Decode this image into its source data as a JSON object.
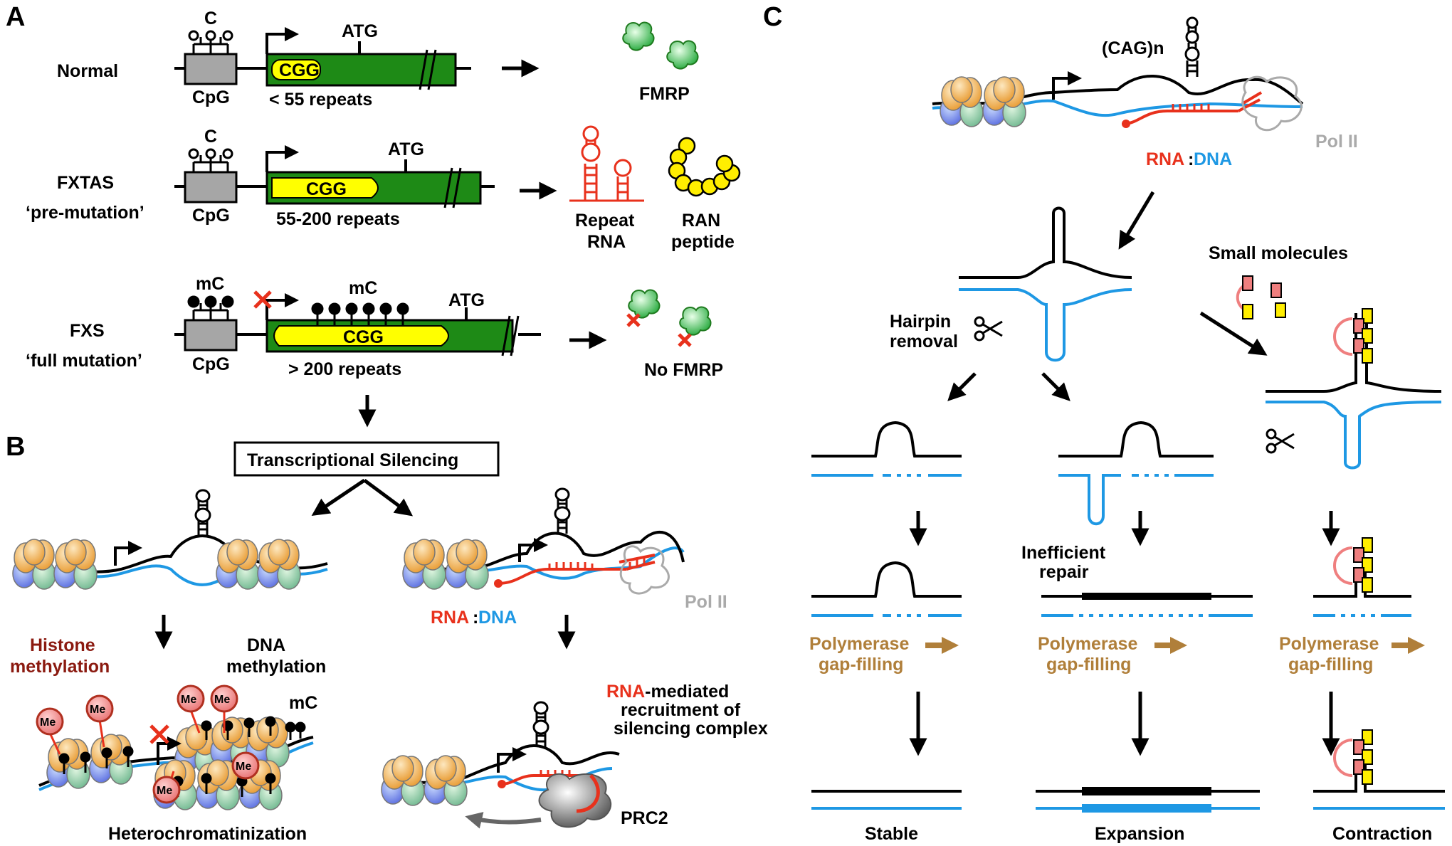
{
  "panels": {
    "a": "A",
    "b": "B",
    "c": "C"
  },
  "panel_a": {
    "rows": [
      {
        "name": "Normal",
        "name2": "",
        "c_label": "C",
        "cpg": "CpG",
        "repeat": "CGG",
        "atg": "ATG",
        "count": "< 55 repeats",
        "product": "FMRP"
      },
      {
        "name": "FXTAS",
        "name2": "‘pre-mutation’",
        "c_label": "C",
        "cpg": "CpG",
        "repeat": "CGG",
        "atg": "ATG",
        "count": "55-200 repeats",
        "product1": "Repeat",
        "product1b": "RNA",
        "product2": "RAN",
        "product2b": "peptide"
      },
      {
        "name": "FXS",
        "name2": "‘full mutation’",
        "c_label": "mC",
        "c_label2": "mC",
        "cpg": "CpG",
        "repeat": "CGG",
        "atg": "ATG",
        "count": "> 200 repeats",
        "product": "No FMRP"
      }
    ]
  },
  "panel_b": {
    "silencing": "Transcriptional Silencing",
    "histone": "Histone",
    "histone2": "methylation",
    "dna": "DNA",
    "dna2": "methylation",
    "mc": "mC",
    "me": "Me",
    "hetero": "Heterochromatinization",
    "rna": "RNA",
    "colon": ":",
    "dnalbl": "DNA",
    "polii": "Pol II",
    "rna_med": "RNA",
    "rna_med_rest": "-mediated",
    "recruit": "recruitment of",
    "complex": "silencing complex",
    "prc2": "PRC2"
  },
  "panel_c": {
    "cag": "(CAG)n",
    "rna": "RNA",
    "colon": ":",
    "dnalbl": "DNA",
    "polii": "Pol II",
    "small": "Small molecules",
    "hairpin": "Hairpin",
    "removal": "removal",
    "ineff": "Inefficient",
    "repair": "repair",
    "poly": "Polymerase",
    "gap": "gap-filling",
    "outcomes": [
      "Stable",
      "Expansion",
      "Contraction"
    ]
  },
  "colors": {
    "green": "#1e8a16",
    "yellow": "#ffff00",
    "grey": "#a6a6a6",
    "red": "#e8311c",
    "blue": "#1e98e4",
    "brown": "#b07f3a",
    "darkred": "#8b1a10",
    "pink": "#ef7f7f"
  }
}
